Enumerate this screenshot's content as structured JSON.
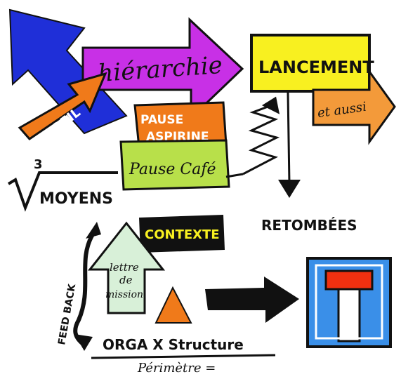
{
  "labels": {
    "profil": "PROFIL",
    "hierarchie": "hiérarchie",
    "pause_aspirine_line1": "PAUSE",
    "pause_aspirine_line2": "ASPIRINE",
    "pause_cafe": "Pause Café",
    "lancement": "LANCEMENT",
    "et_aussi": "et aussi",
    "root_index": "3",
    "moyens": "MOYENS",
    "retombees": "RETOMBÉES",
    "contexte": "CONTEXTE",
    "feed_back": "FEED BACK",
    "lettre_line1": "lettre",
    "lettre_line2": "de",
    "lettre_line3": "mission",
    "orga_structure": "ORGA X Structure",
    "perimetre": "Périmètre ="
  },
  "colors": {
    "blue": "#1f2fd8",
    "purple": "#c830e6",
    "orange": "#f07a1a",
    "orange_light": "#f39a3a",
    "lime": "#b8e04a",
    "yellow": "#f8f020",
    "black": "#111111",
    "mint": "#d8f0d8",
    "sign_blue": "#3a8fe8",
    "sign_red": "#f03010"
  },
  "icons": {
    "dead_end_sign": "dead-end-road-sign-icon"
  }
}
